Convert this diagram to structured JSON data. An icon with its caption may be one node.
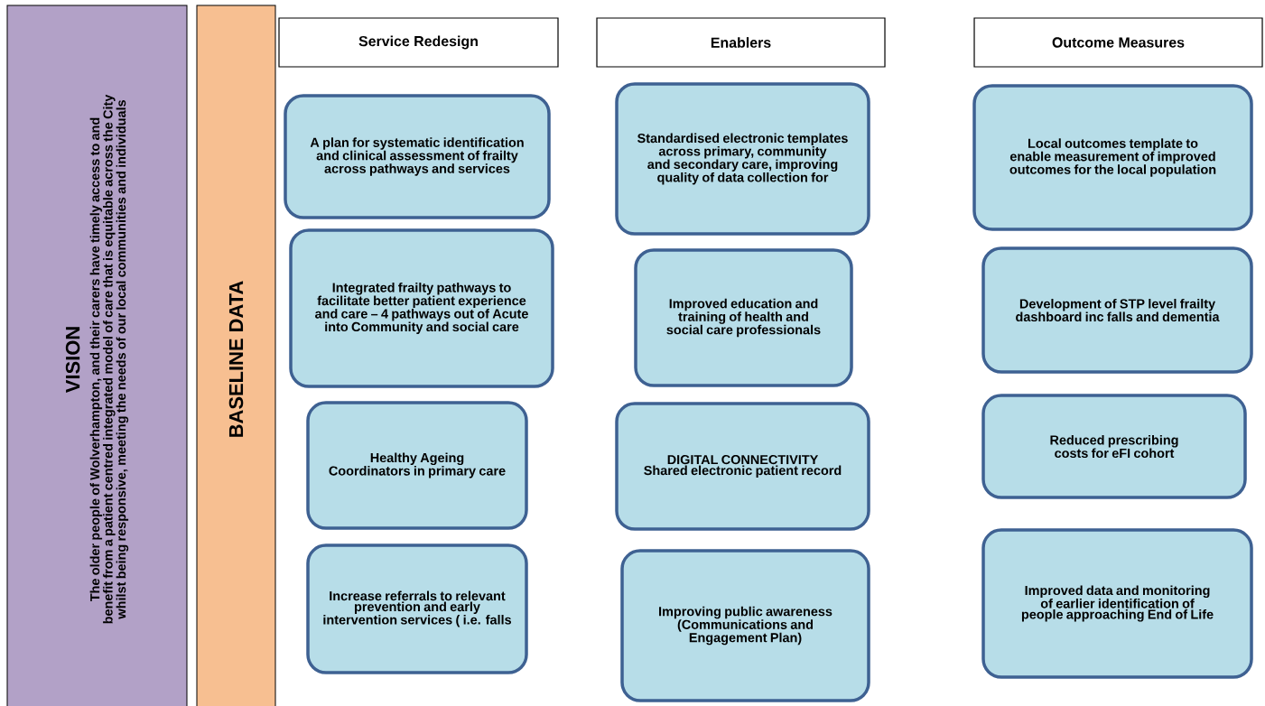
{
  "diagram": {
    "nodes": [
      {
        "text": [
          "VISION",
          "The older people of Wolverhampton, and their carers have timely access to and benefit from a patient centred integrated model of care that is equitable across the City whilst being responsive, meeting the needs of our local communities and individuals"
        ]
      },
      {
        "text": [
          "BASELINE DATA"
        ]
      },
      {
        "text": [
          "Service Redesign"
        ]
      },
      {
        "text": [
          "Enablers"
        ]
      },
      {
        "text": [
          "Outcome Measures"
        ]
      },
      {
        "text": [
          "A plan for systematic identification and clinical assessment of frailty across pathways and services"
        ]
      },
      {
        "text": [
          "Integrated frailty pathways to facilitate better patient experience and care – 4 pathways out of Acute into Community and social care"
        ]
      },
      {
        "text": [
          "Healthy Ageing Coordinators in primary care"
        ]
      },
      {
        "text": [
          "Increase referrals to relevant prevention and early intervention services ( i.e. falls"
        ]
      },
      {
        "text": [
          "Standardised electronic templates across primary, community and secondary care, improving quality of data collection for"
        ]
      },
      {
        "text": [
          "Improved education and training of health and social care professionals"
        ]
      },
      {
        "text": [
          "DIGITAL CONNECTIVITY",
          "Shared electronic patient record"
        ]
      },
      {
        "text": [
          "Improving public awareness (Communications and Engagement Plan)"
        ]
      },
      {
        "text": [
          "Local outcomes template to enable measurement of improved outcomes for the local population"
        ]
      },
      {
        "text": [
          "Development of STP level frailty dashboard inc falls and dementia"
        ]
      },
      {
        "text": [
          "Reduced prescribing costs for eFI cohort"
        ]
      },
      {
        "text": [
          "Improved data and monitoring of earlier identification of people approaching End of Life"
        ]
      }
    ],
    "edges": []
  }
}
